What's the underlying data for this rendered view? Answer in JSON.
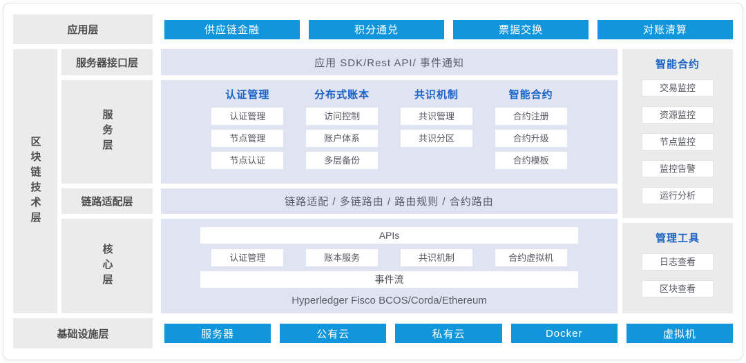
{
  "app_layer": {
    "label": "应用层",
    "buttons": [
      "供应链金融",
      "积分通兑",
      "票据交换",
      "对账清算"
    ]
  },
  "blockchain_layer": {
    "label": "区块链技术层"
  },
  "interface_layer": {
    "label": "服务器接口层",
    "content": "应用 SDK/Rest API/ 事件通知"
  },
  "service_layer": {
    "label": "服务层",
    "columns": [
      {
        "header": "认证管理",
        "items": [
          "认证管理",
          "节点管理",
          "节点认证"
        ]
      },
      {
        "header": "分布式账本",
        "items": [
          "访问控制",
          "账户体系",
          "多层备份"
        ]
      },
      {
        "header": "共识机制",
        "items": [
          "共识管理",
          "共识分区"
        ]
      },
      {
        "header": "智能合约",
        "items": [
          "合约注册",
          "合约升级",
          "合约模板"
        ]
      }
    ]
  },
  "adapter_layer": {
    "label": "链路适配层",
    "content": "链路适配 / 多链路由 / 路由规则 / 合约路由"
  },
  "core_layer": {
    "label": "核心层",
    "apis_label": "APIs",
    "modules": [
      "认证管理",
      "账本服务",
      "共识机制",
      "合约虚拟机"
    ],
    "event_stream_label": "事件流",
    "platforms": "Hyperledger Fisco BCOS/Corda/Ethereum"
  },
  "sidebar": {
    "smart_contract": {
      "header": "智能合约",
      "items": [
        "交易监控",
        "资源监控",
        "节点监控",
        "监控告警",
        "运行分析"
      ]
    },
    "management_tools": {
      "header": "管理工具",
      "items": [
        "日志查看",
        "区块查看"
      ]
    }
  },
  "infrastructure_layer": {
    "label": "基础设施层",
    "buttons": [
      "服务器",
      "公有云",
      "私有云",
      "Docker",
      "虚拟机"
    ]
  },
  "colors": {
    "accent_blue": "#1296db",
    "header_blue": "#1a63c5",
    "panel_lavender": "#e0e3f2",
    "label_gray": "#ebebeb"
  }
}
